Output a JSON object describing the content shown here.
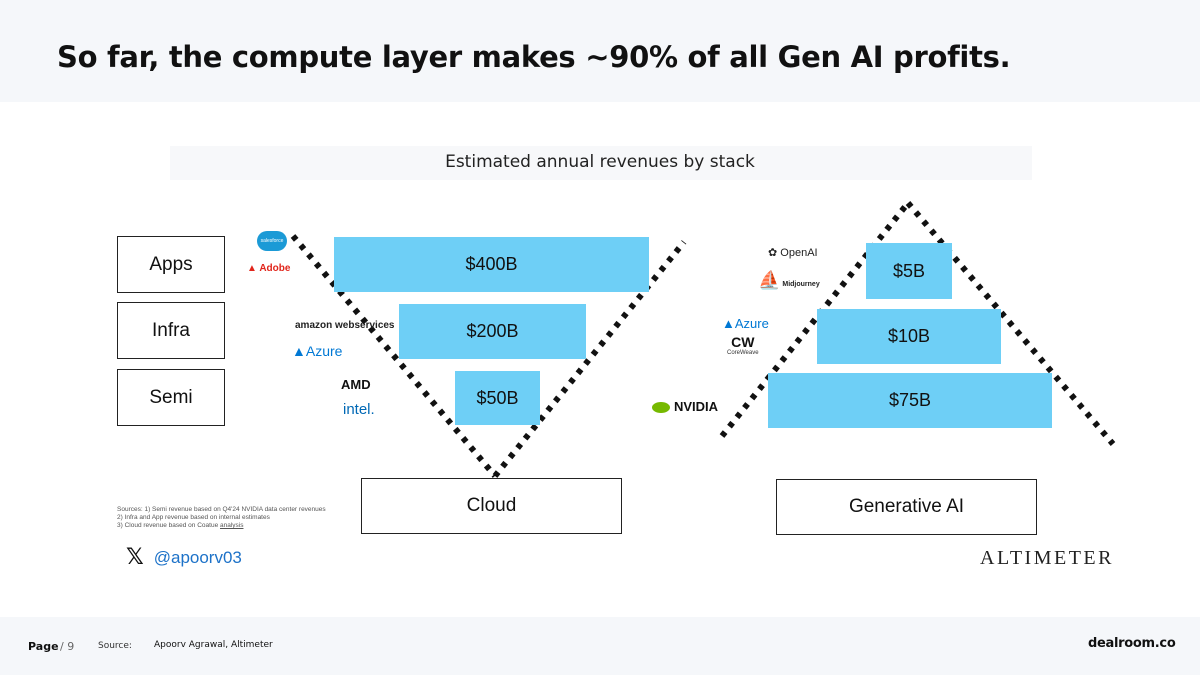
{
  "header": {
    "title": "So far, the compute layer makes ~90% of all Gen AI profits."
  },
  "chart_data": {
    "type": "bar",
    "title": "Estimated annual revenues by stack",
    "categories": [
      "Apps",
      "Infra",
      "Semi"
    ],
    "series": [
      {
        "name": "Cloud",
        "values": [
          400,
          200,
          50
        ],
        "labels": [
          "$400B",
          "$200B",
          "$50B"
        ]
      },
      {
        "name": "Generative AI",
        "values": [
          5,
          10,
          75
        ],
        "labels": [
          "$5B",
          "$10B",
          "$75B"
        ]
      }
    ],
    "unit": "$B",
    "bar_color": "#6ecff6",
    "logos": {
      "cloud": {
        "apps": [
          "salesforce",
          "Adobe"
        ],
        "infra": [
          "amazon webservices",
          "Azure"
        ],
        "semi": [
          "AMD",
          "intel."
        ]
      },
      "generative_ai": {
        "apps": [
          "OpenAI",
          "Midjourney"
        ],
        "infra": [
          "Azure",
          "CoreWeave"
        ],
        "semi": [
          "NVIDIA"
        ]
      }
    },
    "sources": [
      "Sources: 1) Semi revenue based on Q4'24 NVIDIA data center revenues",
      "2) Infra and App revenue based on internal estimates",
      "3) Cloud revenue based on Coatue "
    ],
    "sources_link": "analysis",
    "handle": "@apoorv03",
    "credit": "ALTIMETER"
  },
  "footer": {
    "page_label": "Page",
    "page_num": "/ 9",
    "source_label": "Source:",
    "source_text": "Apoorv Agrawal, Altimeter",
    "brand": "dealroom.co"
  }
}
